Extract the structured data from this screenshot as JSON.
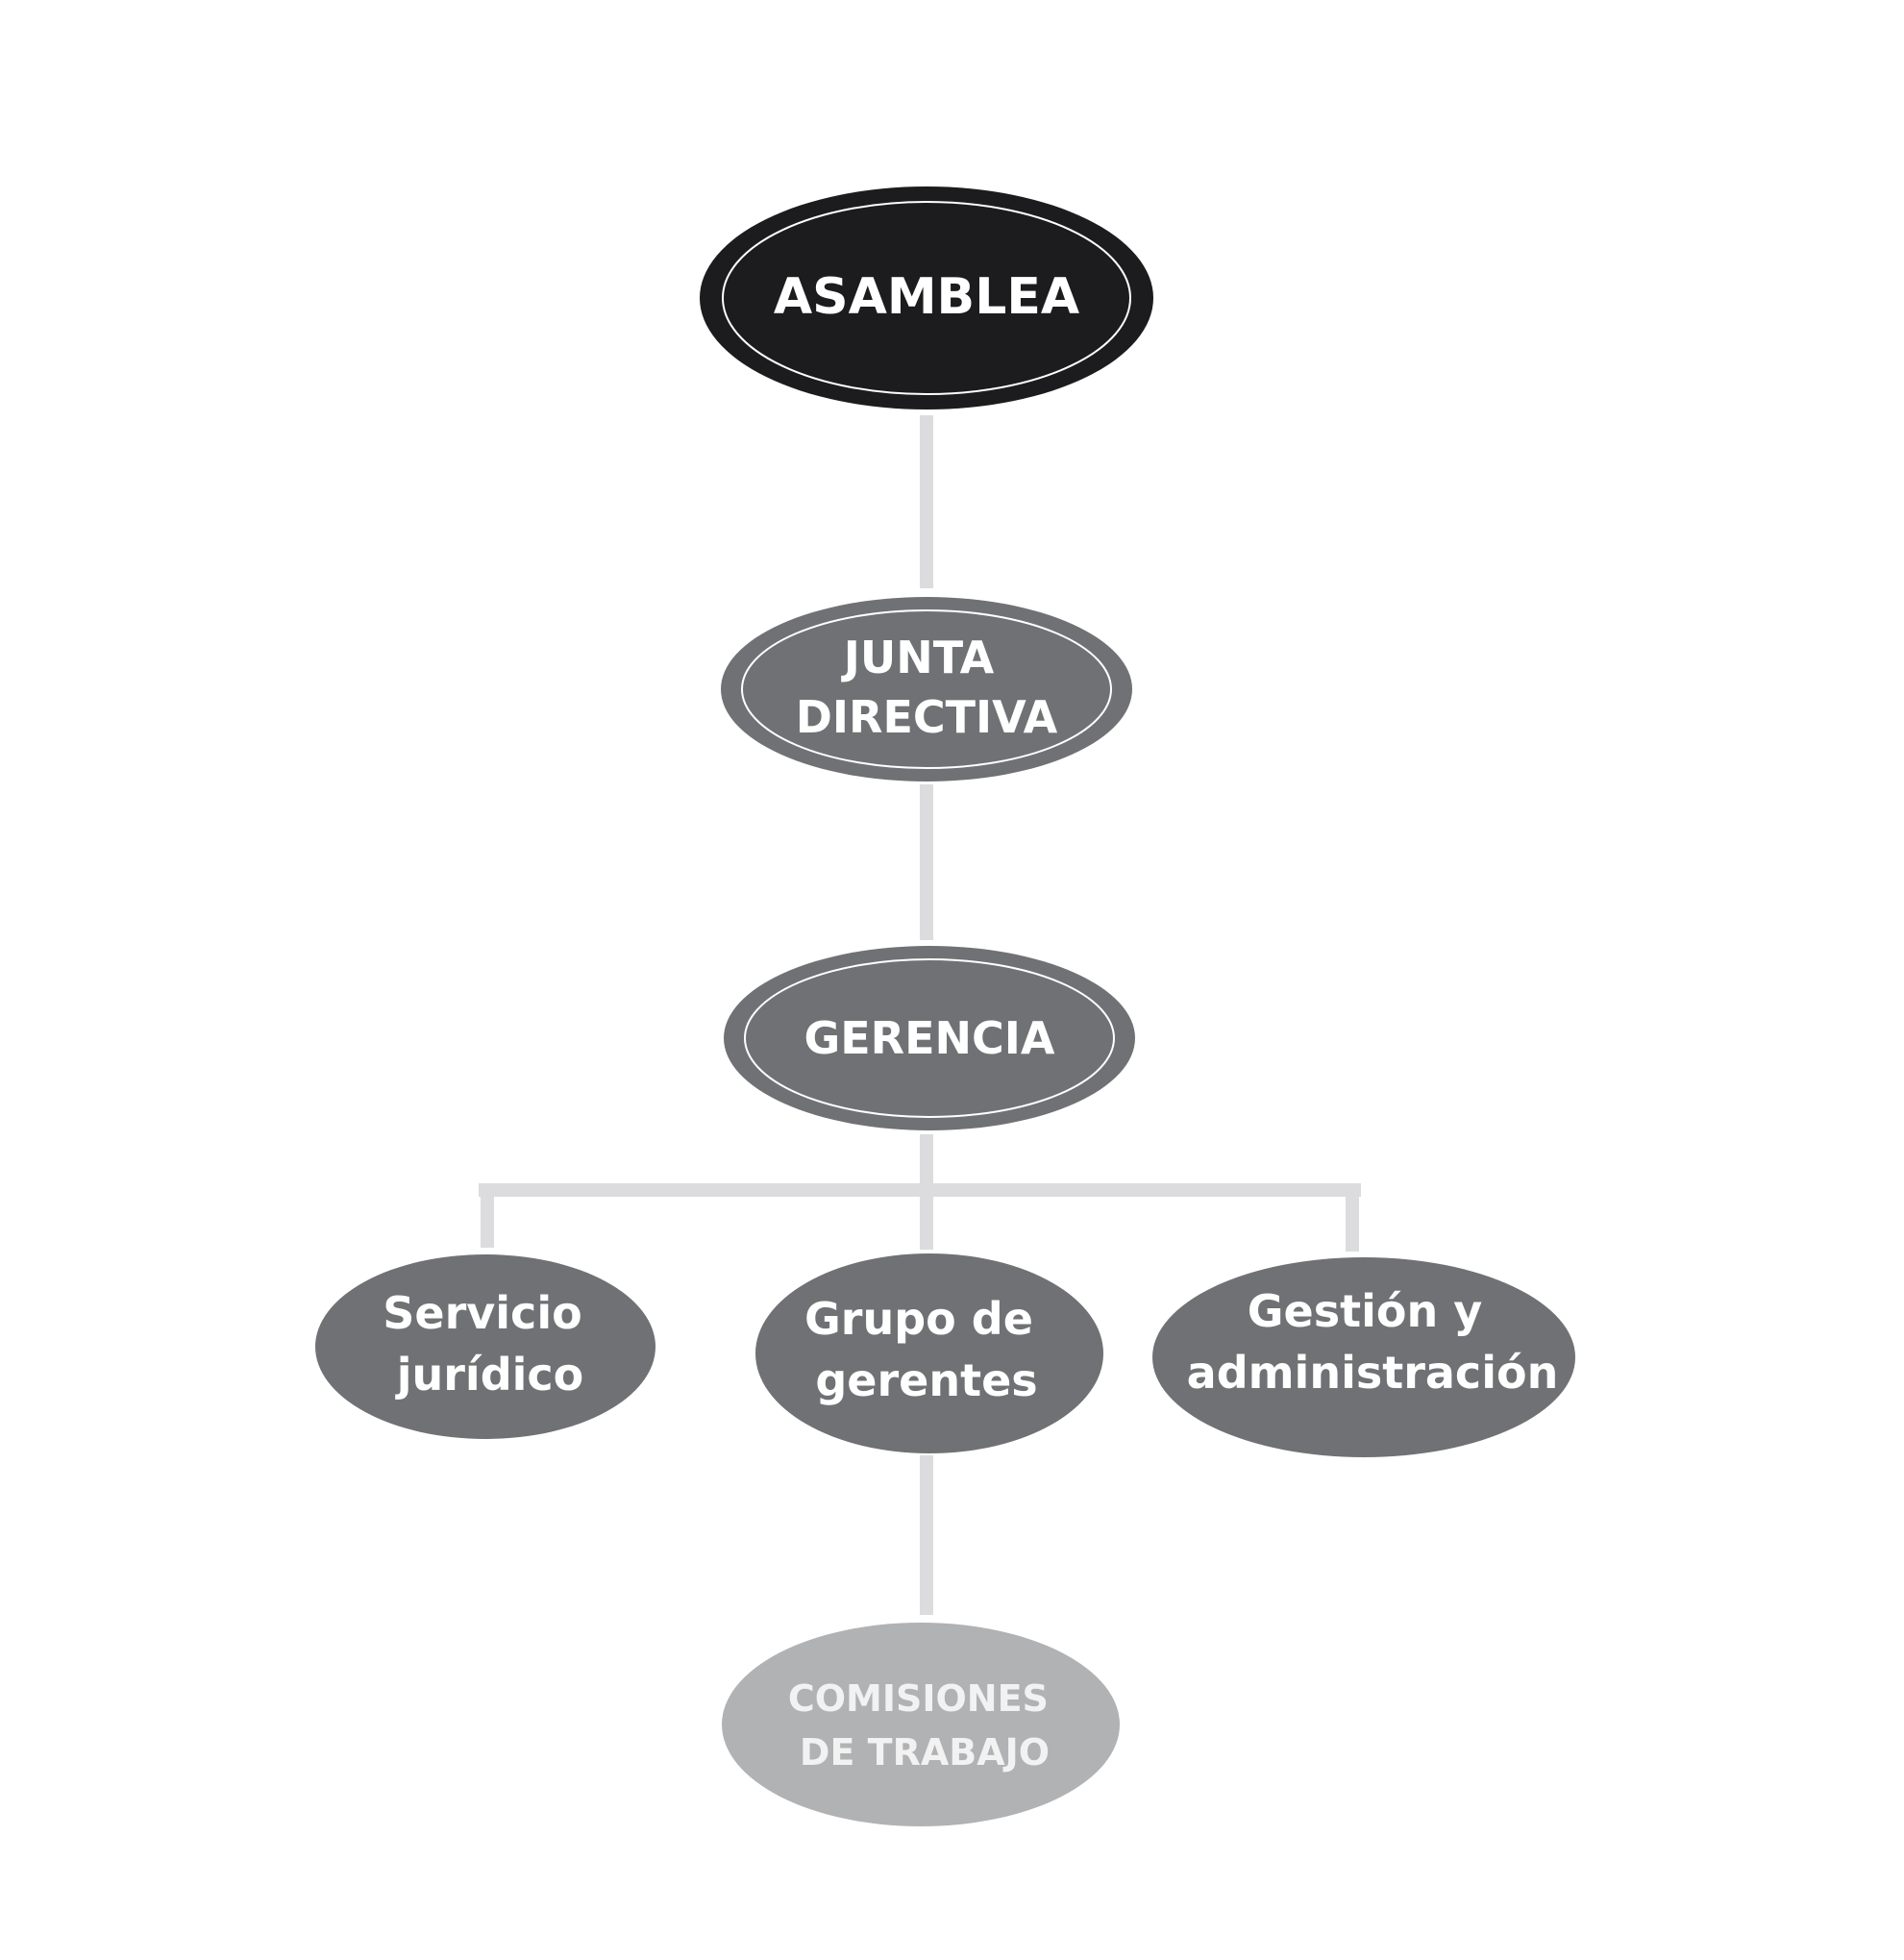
{
  "nodes": {
    "asamblea": {
      "lines": [
        "ASAMBLEA"
      ]
    },
    "junta_directiva": {
      "lines": [
        "JUNTA",
        "DIRECTIVA"
      ]
    },
    "gerencia": {
      "lines": [
        "GERENCIA"
      ]
    },
    "servicio_juridico": {
      "lines": [
        "Servicio",
        "jurídico"
      ]
    },
    "grupo_de_gerentes": {
      "lines": [
        "Grupo de",
        "gerentes"
      ]
    },
    "gestion_y_administracion": {
      "lines": [
        "Gestión y",
        "administración"
      ]
    },
    "comisiones_de_trabajo": {
      "lines": [
        "COMISIONES",
        "DE TRABAJO"
      ]
    }
  },
  "colors": {
    "top_node": "#1c1b1d",
    "main_node": "#707174",
    "light_node": "#b1b2b4",
    "connector": "#dcdcde",
    "text_on_dark": "#ffffff",
    "text_on_light": "#f2f2f2"
  }
}
